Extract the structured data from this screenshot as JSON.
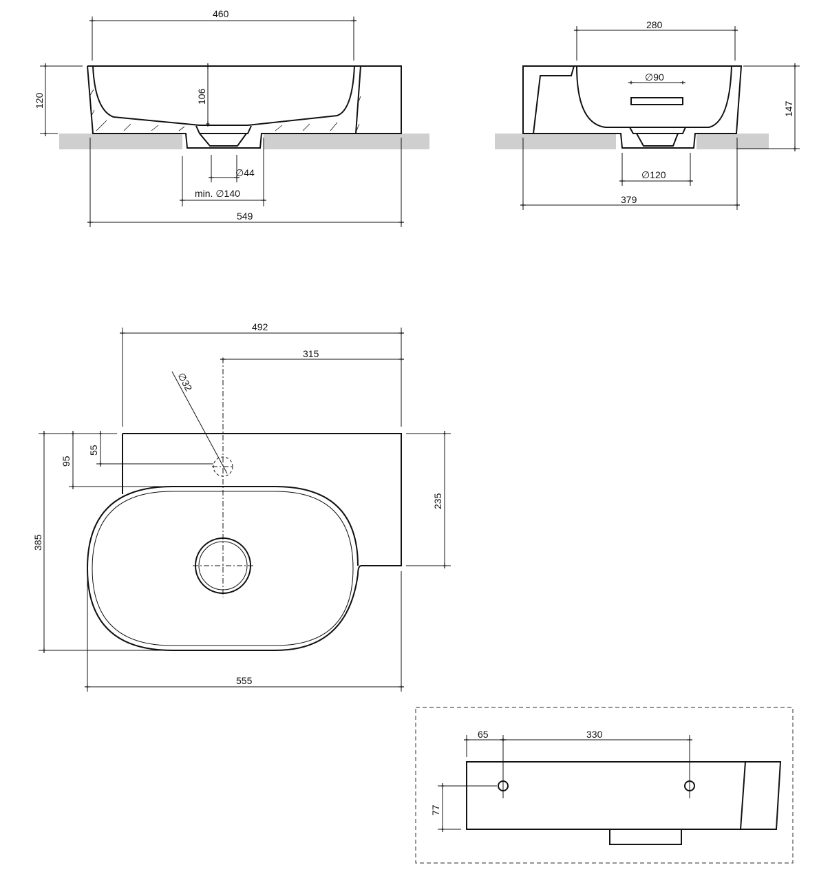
{
  "front_view": {
    "width_inner": "460",
    "height": "120",
    "depth_inner": "106",
    "drain_dia": "∅44",
    "cutout_min": "min. ∅140",
    "width_total": "549"
  },
  "side_view": {
    "width_inner": "280",
    "overflow_dia": "∅90",
    "height": "147",
    "drain_dia": "∅120",
    "width_total": "379"
  },
  "plan_view": {
    "deck_width": "492",
    "tap_offset": "315",
    "tap_hole_dia": "∅32",
    "tap_y": "55",
    "deck_depth": "95",
    "depth_total": "385",
    "deck_right_depth": "235",
    "width_total": "555"
  },
  "back_view": {
    "hole_offset": "65",
    "hole_spacing": "330",
    "hole_height": "77"
  }
}
